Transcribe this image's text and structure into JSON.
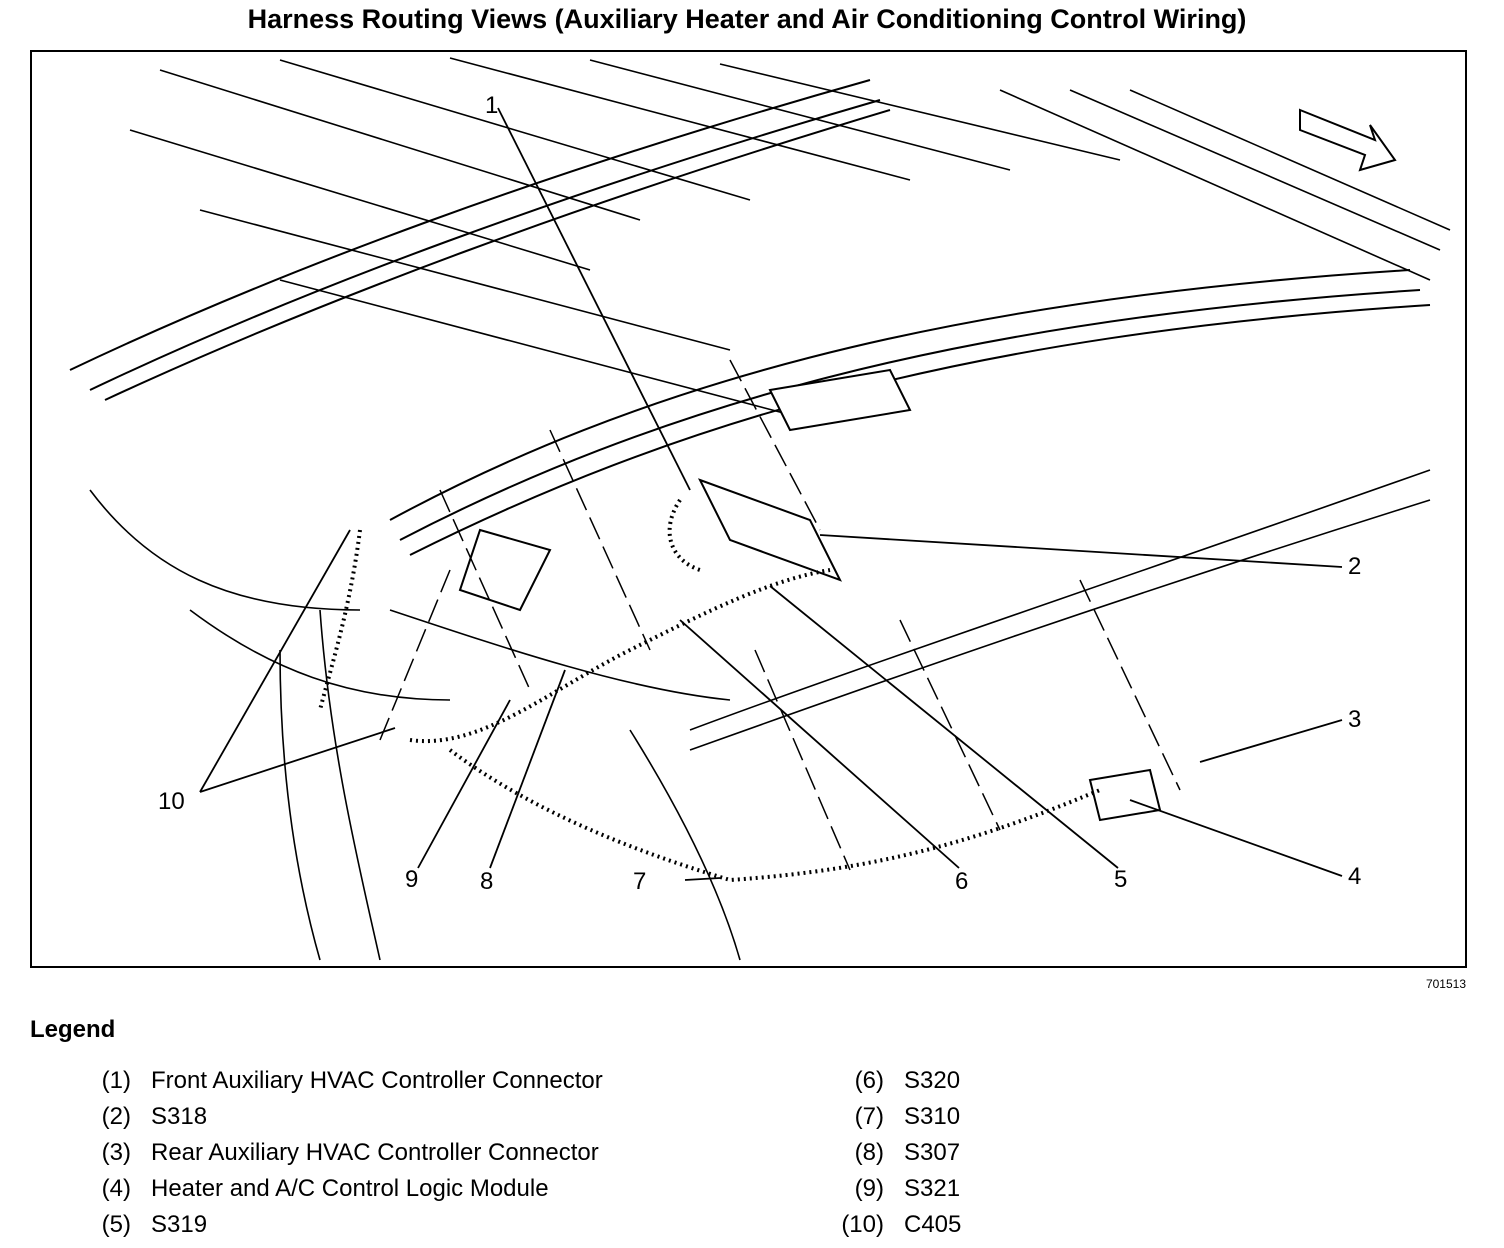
{
  "title": "Harness Routing Views (Auxiliary Heater and Air Conditioning Control Wiring)",
  "figure_number": "701513",
  "callouts": [
    "1",
    "2",
    "3",
    "4",
    "5",
    "6",
    "7",
    "8",
    "9",
    "10"
  ],
  "legend": {
    "title": "Legend",
    "items": [
      {
        "num": "(1)",
        "label": "Front Auxiliary HVAC Controller Connector"
      },
      {
        "num": "(2)",
        "label": "S318"
      },
      {
        "num": "(3)",
        "label": "Rear Auxiliary HVAC Controller Connector"
      },
      {
        "num": "(4)",
        "label": "Heater and A/C Control Logic Module"
      },
      {
        "num": "(5)",
        "label": "S319"
      },
      {
        "num": "(6)",
        "label": "S320"
      },
      {
        "num": "(7)",
        "label": "S310"
      },
      {
        "num": "(8)",
        "label": "S307"
      },
      {
        "num": "(9)",
        "label": "S321"
      },
      {
        "num": "(10)",
        "label": "C405"
      }
    ]
  }
}
